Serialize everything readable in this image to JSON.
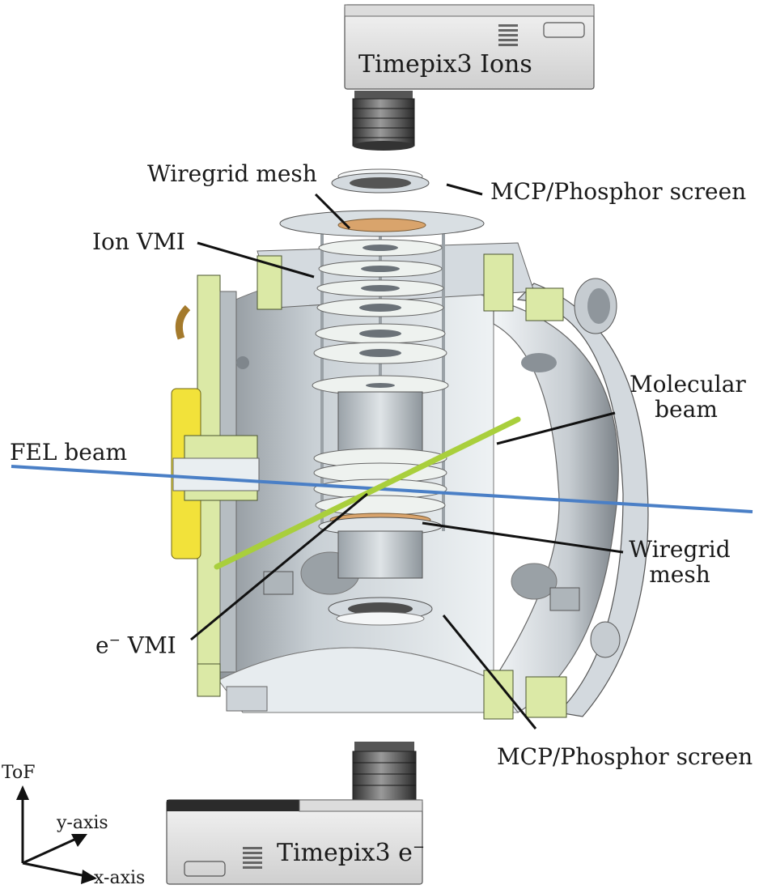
{
  "labels": {
    "top_camera": "Timepix3 Ions",
    "bottom_camera": "Timepix3 e",
    "bottom_camera_sup": "−",
    "wiregrid_top": "Wiregrid mesh",
    "mcp_top": "MCP/Phosphor screen",
    "ion_vmi": "Ion VMI",
    "molecular_line1": "Molecular",
    "molecular_line2": "beam",
    "fel_beam": "FEL beam",
    "wiregrid_bottom_line1": "Wiregrid",
    "wiregrid_bottom_line2": "mesh",
    "e_vmi_prefix": "e",
    "e_vmi_sup": "−",
    "e_vmi_suffix": " VMI",
    "mcp_bottom": "MCP/Phosphor screen"
  },
  "axes": {
    "tof": "ToF",
    "y": "y-axis",
    "x": "x-axis"
  },
  "colors": {
    "chamber_fill": "#e4eaee",
    "chamber_shadow": "#a7adb2",
    "flange_green": "#dbe9a6",
    "flange_yellow": "#f2e23a",
    "fel_beam": "#4a7fc6",
    "molecular_beam": "#a9cf3c",
    "copper_mesh": "#d9a46c",
    "camera_body": "#e6e6e6",
    "lens_dark": "#4a4a4a"
  }
}
